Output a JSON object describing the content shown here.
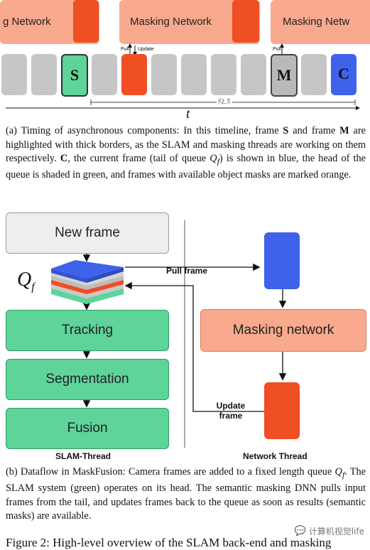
{
  "timeline": {
    "network_label_left": "g Network",
    "network_label_mid": "Masking Network",
    "network_label_right": "Masking Netw",
    "pull_label": "Pull",
    "update_label": "Update",
    "pull_label_right": "Pull",
    "frame_s": "S",
    "frame_m": "M",
    "frame_c": "C",
    "queue_size_label": "|Q_f|",
    "time_label": "t"
  },
  "caption_a": {
    "t1": "(a) Timing of asynchronous components: In this timeline, frame ",
    "b1": "S",
    "t2": " and frame ",
    "b2": "M",
    "t3": " are highlighted with thick borders, as the SLAM and masking threads are working on them respectively. ",
    "b3": "C",
    "t4": ", the current frame (tail of queue ",
    "q": "Q",
    "qsub": "f",
    "t5": ") is shown in blue, the head of the queue is shaded in green, and frames with available object masks are marked orange."
  },
  "diagram": {
    "new_frame": "New frame",
    "queue_symbol": "Q",
    "queue_sub": "f",
    "pull_frame": "Pull frame",
    "tracking": "Tracking",
    "segmentation": "Segmentation",
    "fusion": "Fusion",
    "masking_network": "Masking network",
    "update_frame_1": "Update",
    "update_frame_2": "frame",
    "slam_thread": "SLAM-Thread",
    "network_thread": "Network Thread"
  },
  "caption_b": {
    "t1": "(b) Dataflow in MaskFusion: Camera frames are added to a fixed length queue ",
    "q": "Q",
    "qsub": "f",
    "t2": ". The SLAM system (green) operates on its head. The semantic masking DNN pulls input frames from the tail, and updates frames back to the queue as soon as results (semantic masks) are available."
  },
  "figure_title": "Figure 2: High-level overview of the SLAM back-end and masking",
  "watermark": "计算机视觉life",
  "colors": {
    "salmon": "#f9a98e",
    "red_orange": "#f04e23",
    "green": "#5ed39a",
    "blue": "#3e62ea",
    "grey_frame": "#c6c6c6"
  }
}
